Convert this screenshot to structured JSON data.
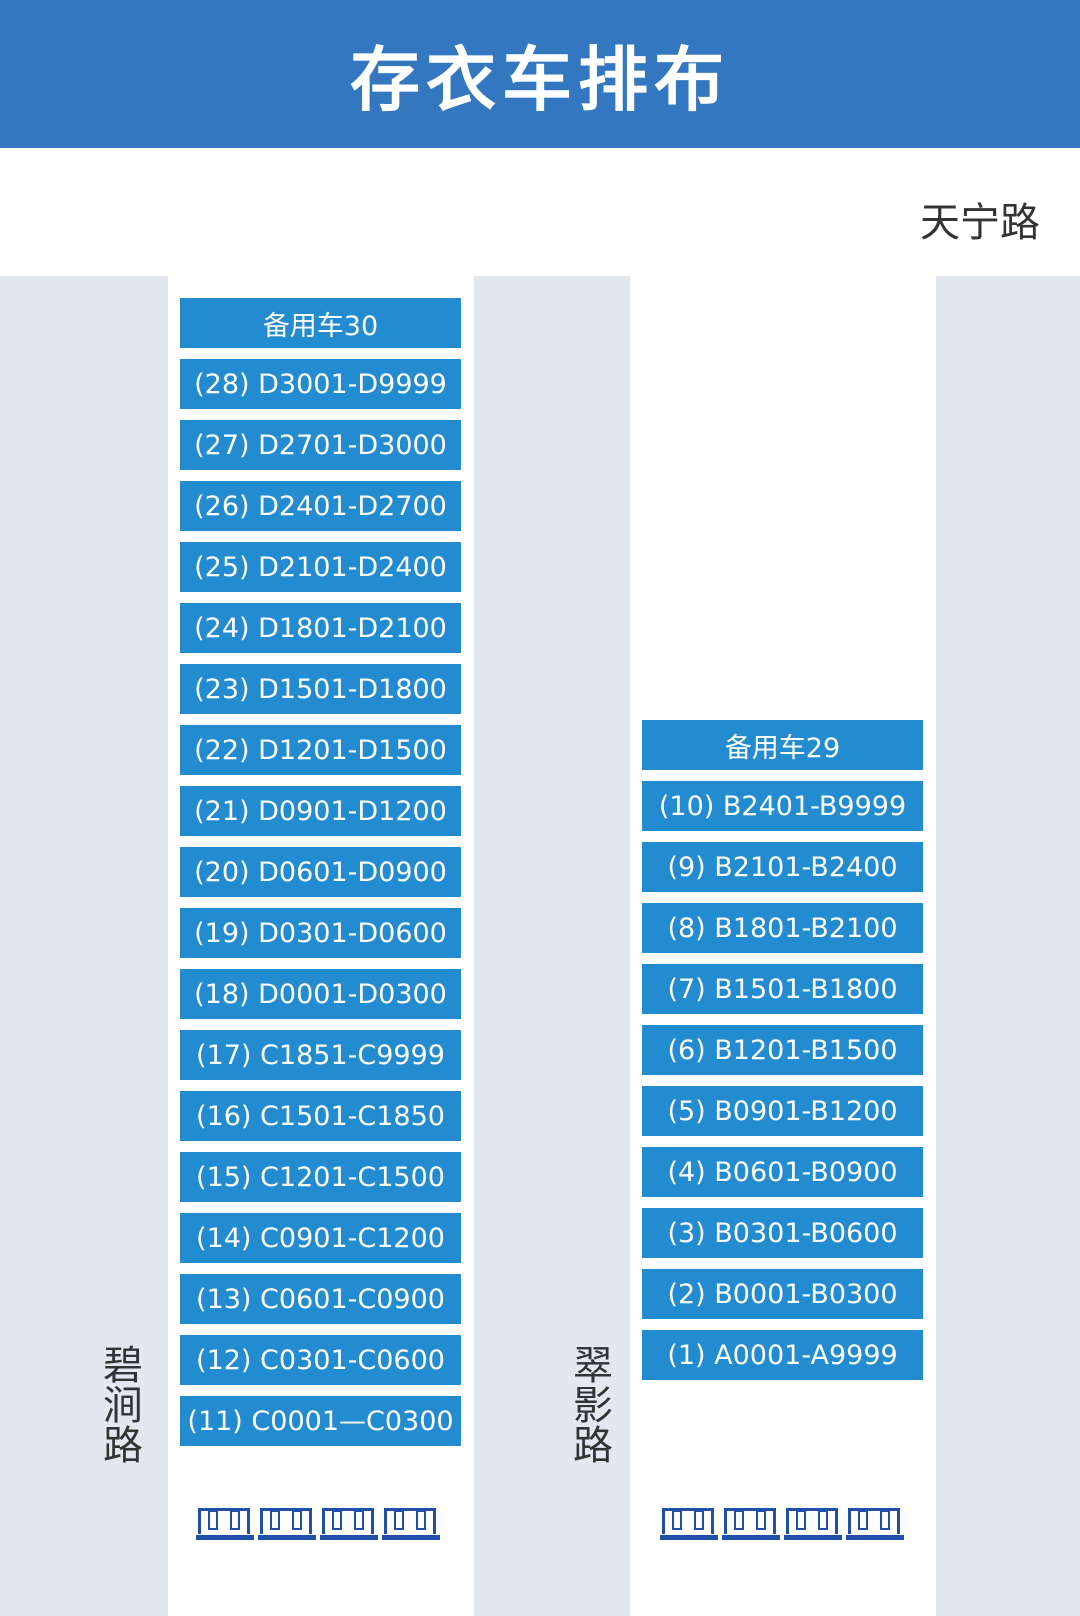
{
  "title": "存衣车排布",
  "road_top_right": "天宁路",
  "road_left": "碧涧路",
  "road_middle": "翠影路",
  "left_column": [
    "备用车30",
    "(28) D3001-D9999",
    "(27) D2701-D3000",
    "(26) D2401-D2700",
    "(25) D2101-D2400",
    "(24) D1801-D2100",
    "(23) D1501-D1800",
    "(22) D1201-D1500",
    "(21) D0901-D1200",
    "(20) D0601-D0900",
    "(19) D0301-D0600",
    "(18) D0001-D0300",
    "(17) C1851-C9999",
    "(16) C1501-C1850",
    "(15) C1201-C1500",
    "(14) C0901-C1200",
    "(13) C0601-C0900",
    "(12) C0301-C0600",
    "(11) C0001—C0300"
  ],
  "right_column": [
    "备用车29",
    "(10) B2401-B9999",
    "(9) B2101-B2400",
    "(8) B1801-B2100",
    "(7) B1501-B1800",
    "(6) B1201-B1500",
    "(5) B0901-B1200",
    "(4) B0601-B0900",
    "(3) B0301-B0600",
    "(2) B0001-B0300",
    "(1) A0001-A9999"
  ],
  "colors": {
    "header": "#3277bf",
    "car_block": "#238bcf",
    "road": "#e2e7f0",
    "gate": "#1f4fa8"
  },
  "icons": [
    "gate-icon"
  ]
}
